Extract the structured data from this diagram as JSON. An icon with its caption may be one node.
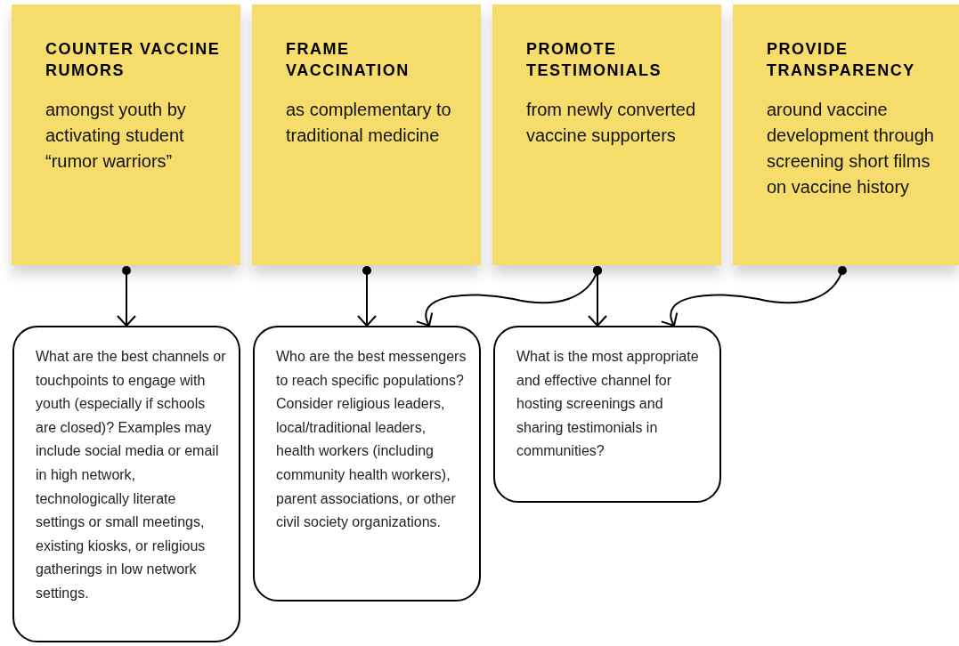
{
  "diagram": {
    "nodes": [
      {
        "text": [
          "COUNTER VACCINE RUMORS",
          "amongst youth by activating student “rumor warriors”"
        ]
      },
      {
        "text": [
          "FRAME VACCINATION",
          "as complementary to traditional medicine"
        ]
      },
      {
        "text": [
          "PROMOTE TESTIMONIALS",
          "from newly converted vaccine supporters"
        ]
      },
      {
        "text": [
          "PROVIDE TRANSPARENCY",
          "around vaccine development through screening short films on vaccine history"
        ]
      },
      {
        "text": [
          "What are the best channels or touchpoints to engage with youth (especially if schools are closed)? Examples may include social media or email in high network, technologically literate settings or small meetings, existing kiosks, or religious gatherings in low network settings."
        ]
      },
      {
        "text": [
          "Who are the best messengers to reach specific populations? Consider religious leaders, local/traditional leaders, health workers (including community health workers), parent associations, or other civil society organizations."
        ]
      },
      {
        "text": [
          "What is the most appropriate and effective channel for hosting screenings and sharing testimonials in communities?"
        ]
      }
    ],
    "edges": [
      {
        "from": 0,
        "to": 4,
        "arrow": "to"
      },
      {
        "from": 1,
        "to": 5,
        "arrow": "to"
      },
      {
        "from": 2,
        "to": 5,
        "arrow": "to"
      },
      {
        "from": 2,
        "to": 6,
        "arrow": "to"
      },
      {
        "from": 3,
        "to": 6,
        "arrow": "to"
      }
    ]
  }
}
